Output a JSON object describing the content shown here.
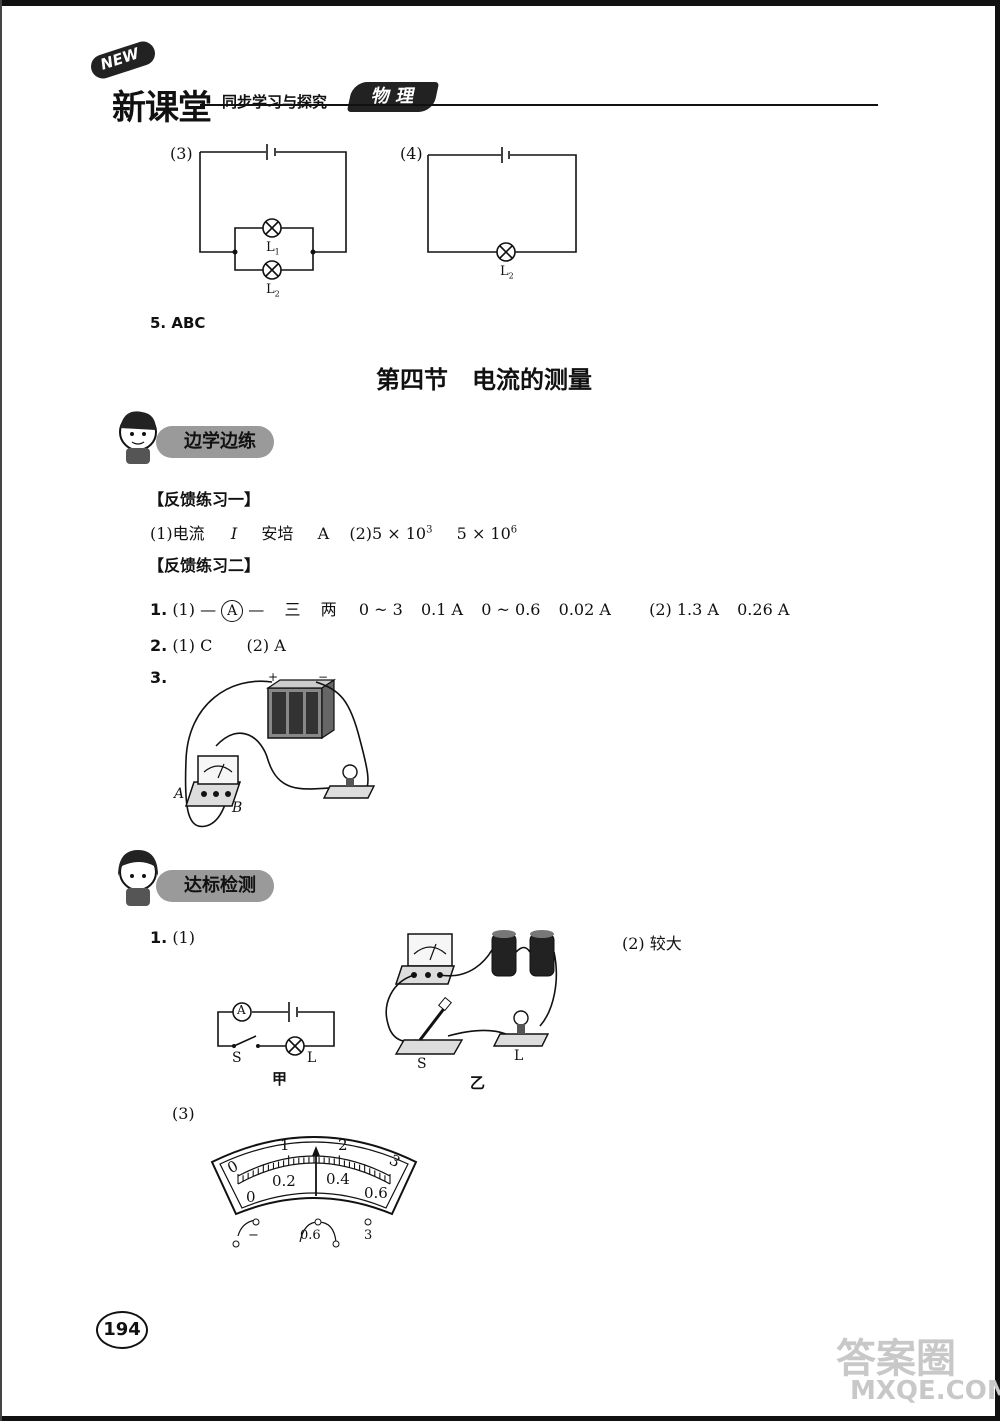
{
  "header": {
    "badge_text": "NEW",
    "brand": "新课堂",
    "subtitle": "同步学习与探究",
    "subject": "物 理"
  },
  "circuit3": {
    "label": "(3)",
    "lamp1": "L",
    "lamp1_sub": "1",
    "lamp2": "L",
    "lamp2_sub": "2"
  },
  "circuit4": {
    "label": "(4)",
    "lamp": "L",
    "lamp_sub": "2"
  },
  "answer5": "5. ABC",
  "section_title": "第四节　电流的测量",
  "practice": {
    "heading": "边学边练",
    "feedback1_title": "【反馈练习一】",
    "feedback1_line": {
      "a": "(1)电流",
      "b": "I",
      "c": "安培",
      "d": "A",
      "e": "(2)5 × 10",
      "e_sup": "3",
      "f": "5 × 10",
      "f_sup": "6"
    },
    "feedback2_title": "【反馈练习二】",
    "q1": {
      "num": "1.",
      "part1": "(1) —",
      "symbol": "A",
      "part1b": "—",
      "w1": "三",
      "w2": "两",
      "r1": "0 ~ 3",
      "r2": "0.1 A",
      "r3": "0 ~ 0.6",
      "r4": "0.02 A",
      "part2": "(2) 1.3 A",
      "part2b": "0.26 A"
    },
    "q2": {
      "num": "2.",
      "a": "(1) C",
      "b": "(2) A"
    },
    "q3": {
      "num": "3.",
      "plus": "+",
      "minus": "−",
      "label_a": "A",
      "label_b": "B"
    }
  },
  "test": {
    "heading": "达标检测",
    "q1_num": "1.",
    "q1_part1": "(1)",
    "q1_part2": "(2) 较大",
    "jia": {
      "meter": "A",
      "switch": "S",
      "lamp": "L",
      "caption": "甲"
    },
    "yi": {
      "switch": "S",
      "lamp": "L",
      "caption": "乙"
    },
    "q3_label": "(3)",
    "dial": {
      "upper_ticks": [
        "0",
        "1",
        "2",
        "3"
      ],
      "lower_ticks": [
        "0",
        "0.2",
        "0.4",
        "0.6"
      ],
      "terminals": [
        "−",
        "0.6",
        "3"
      ]
    }
  },
  "page_number": "194",
  "watermark": {
    "line1": "答案圈",
    "line2": "MXQE.COM"
  }
}
